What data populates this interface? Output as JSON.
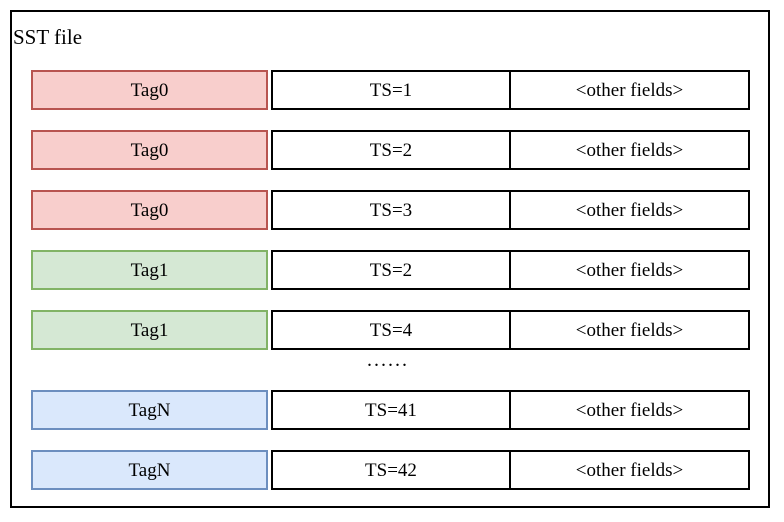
{
  "diagram": {
    "title": "SST file",
    "ellipsis": "......",
    "colors": {
      "red_fill": "#f8cecc",
      "red_stroke": "#b85450",
      "green_fill": "#d5e8d4",
      "green_stroke": "#82b366",
      "blue_fill": "#dae8fc",
      "blue_stroke": "#6c8ebf",
      "record_border": "#000000",
      "frame_border": "#000000"
    },
    "rows": [
      {
        "tag": "Tag0",
        "ts": "TS=1",
        "other": "<other fields>",
        "color": "red"
      },
      {
        "tag": "Tag0",
        "ts": "TS=2",
        "other": "<other fields>",
        "color": "red"
      },
      {
        "tag": "Tag0",
        "ts": "TS=3",
        "other": "<other fields>",
        "color": "red"
      },
      {
        "tag": "Tag1",
        "ts": "TS=2",
        "other": "<other fields>",
        "color": "green"
      },
      {
        "tag": "Tag1",
        "ts": "TS=4",
        "other": "<other fields>",
        "color": "green"
      },
      {
        "tag": "TagN",
        "ts": "TS=41",
        "other": "<other fields>",
        "color": "blue"
      },
      {
        "tag": "TagN",
        "ts": "TS=42",
        "other": "<other fields>",
        "color": "blue"
      }
    ]
  }
}
